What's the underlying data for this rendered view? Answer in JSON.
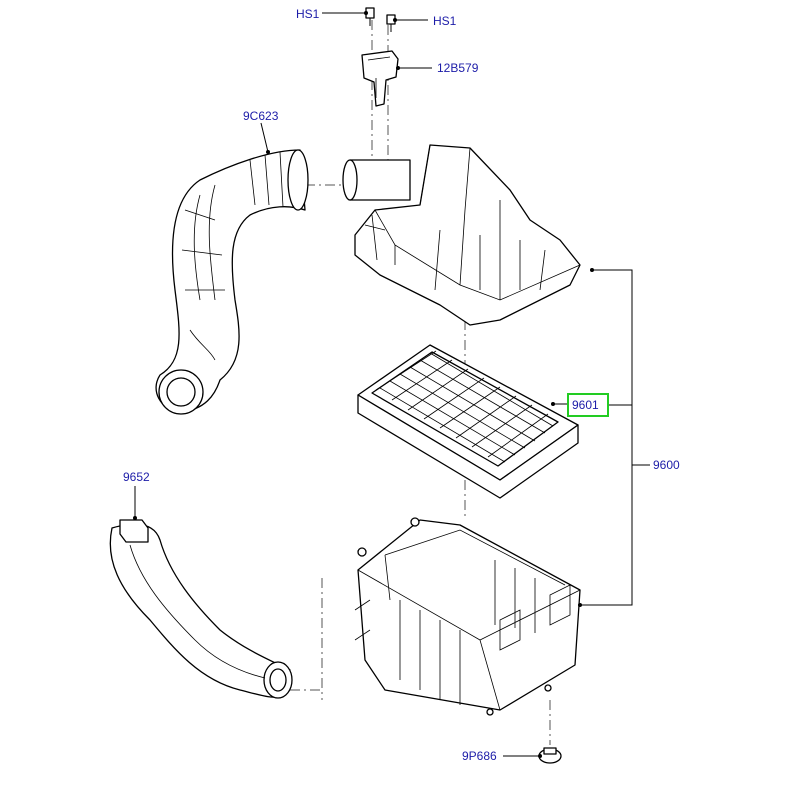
{
  "diagram": {
    "labels": {
      "hs1_left": "HS1",
      "hs1_right": "HS1",
      "sensor": "12B579",
      "upper_hose": "9C623",
      "filter": "9601",
      "assembly": "9600",
      "lower_hose": "9652",
      "grommet": "9P686"
    },
    "highlighted_part": "9601",
    "colors": {
      "label": "#1c1ca8",
      "highlight": "#22cc22"
    }
  }
}
